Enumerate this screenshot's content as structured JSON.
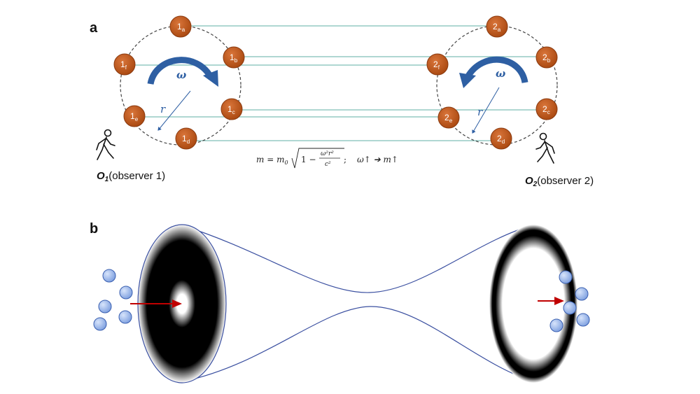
{
  "panels": {
    "a": "a",
    "b": "b"
  },
  "colors": {
    "ball": "#c0561a",
    "ball_stroke": "#8a3a10",
    "connector": "#7fbfb8",
    "arrow": "#2e5fa3",
    "particle": "#8fb0e6",
    "particle_stroke": "#3a5fb0",
    "beam_outline": "#3a4fa0",
    "red_arrow": "#c00000"
  },
  "ring1": {
    "balls": [
      {
        "main": "1",
        "sub": "a"
      },
      {
        "main": "1",
        "sub": "b"
      },
      {
        "main": "1",
        "sub": "c"
      },
      {
        "main": "1",
        "sub": "d"
      },
      {
        "main": "1",
        "sub": "e"
      },
      {
        "main": "1",
        "sub": "f"
      }
    ],
    "omega": "ω",
    "radius": "r"
  },
  "ring2": {
    "balls": [
      {
        "main": "2",
        "sub": "a"
      },
      {
        "main": "2",
        "sub": "b"
      },
      {
        "main": "2",
        "sub": "c"
      },
      {
        "main": "2",
        "sub": "d"
      },
      {
        "main": "2",
        "sub": "e"
      },
      {
        "main": "2",
        "sub": "f"
      }
    ],
    "omega": "ω",
    "radius": "r"
  },
  "observer1": {
    "symbol": "O",
    "sub": "1",
    "label": "(observer 1)"
  },
  "observer2": {
    "symbol": "O",
    "sub": "2",
    "label": "(observer 2)"
  },
  "formula": {
    "lhs": "m = m",
    "lhs_sub": "0",
    "under_root": "1 −",
    "numerator": "ω²r²",
    "denominator": "c²",
    "separator": ";",
    "relation": "ω↑ ➔ m↑"
  },
  "icons": {
    "observer": "walking-person-icon",
    "rotation": "curved-arrow-icon"
  }
}
